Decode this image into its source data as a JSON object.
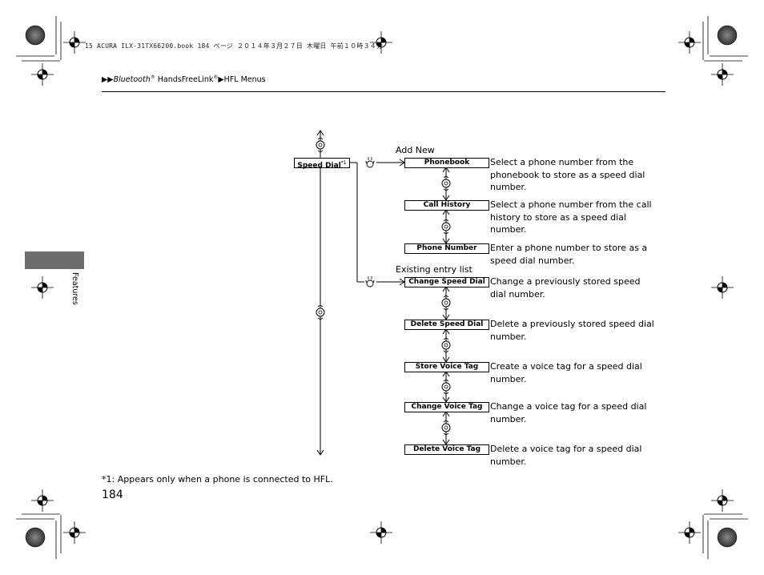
{
  "print_meta": "15 ACURA ILX-31TX66200.book  184 ページ  ２０１４年３月２７日  木曜日  午前１０時３４分",
  "breadcrumb": {
    "marker1": "▶▶",
    "item1": "Bluetooth",
    "item1_sup": "®",
    "item2": " HandsFreeLink",
    "item2_sup": "®",
    "marker2": "▶",
    "item3": "HFL Menus"
  },
  "side_tab": "Features",
  "diagram": {
    "root": {
      "label": "Speed Dial",
      "sup": "*1"
    },
    "branch_add_label": "Add New",
    "branch_existing_label": "Existing entry list",
    "items": [
      {
        "label": "Phonebook",
        "desc": "Select a phone number from the phonebook to store as a speed dial number."
      },
      {
        "label": "Call History",
        "desc": "Select a phone number from the call history to store as a speed dial number."
      },
      {
        "label": "Phone Number",
        "desc": "Enter a phone number to store as a speed dial number."
      },
      {
        "label": "Change Speed Dial",
        "desc": "Change a previously stored speed dial number."
      },
      {
        "label": "Delete Speed Dial",
        "desc": "Delete a previously stored speed dial number."
      },
      {
        "label": "Store Voice Tag",
        "desc": "Create a voice tag for a speed dial number."
      },
      {
        "label": "Change Voice Tag",
        "desc": "Change a voice tag for a speed dial number."
      },
      {
        "label": "Delete Voice Tag",
        "desc": "Delete a voice tag for a speed dial number."
      }
    ]
  },
  "footnote": "*1: Appears only when a phone is connected to HFL.",
  "page_number": "184"
}
